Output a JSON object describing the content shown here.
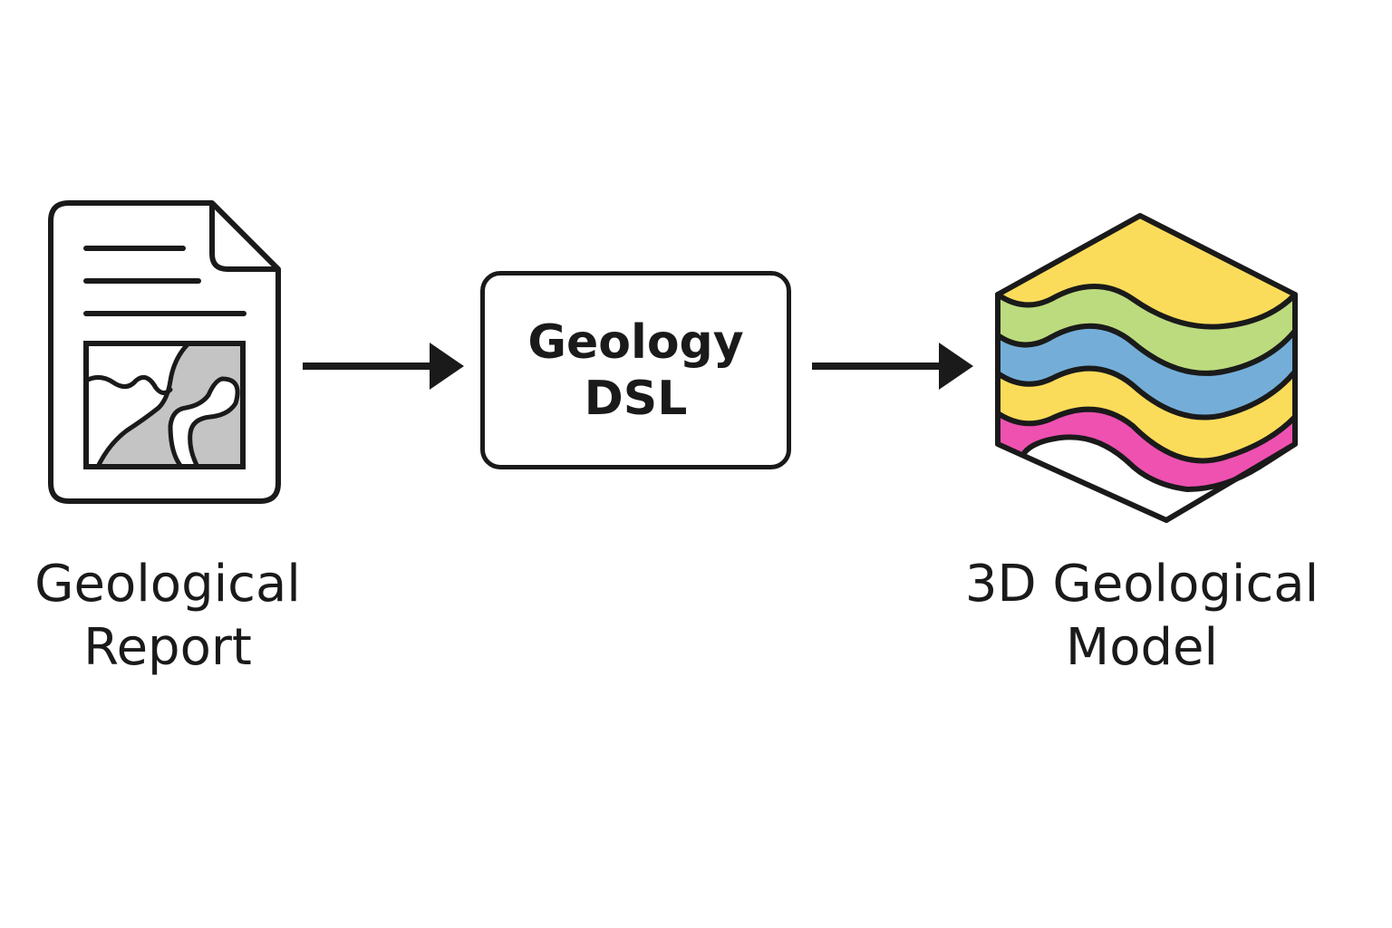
{
  "diagram": {
    "nodes": [
      {
        "id": "report",
        "label_line1": "Geological",
        "label_line2": "Report",
        "icon": "document-with-map-icon"
      },
      {
        "id": "dsl",
        "label_line1": "Geology",
        "label_line2": "DSL",
        "icon": "rounded-box"
      },
      {
        "id": "model",
        "label_line1": "3D Geological",
        "label_line2": "Model",
        "icon": "layered-hexagon-icon"
      }
    ],
    "edges": [
      {
        "from": "report",
        "to": "dsl"
      },
      {
        "from": "dsl",
        "to": "model"
      }
    ],
    "colors": {
      "stroke": "#1a1a1a",
      "map_fill": "#c4c4c4",
      "layer_yellow": "#fbdc5a",
      "layer_green": "#bcdb7e",
      "layer_blue": "#74aed8",
      "layer_pink": "#ee51b0"
    }
  }
}
